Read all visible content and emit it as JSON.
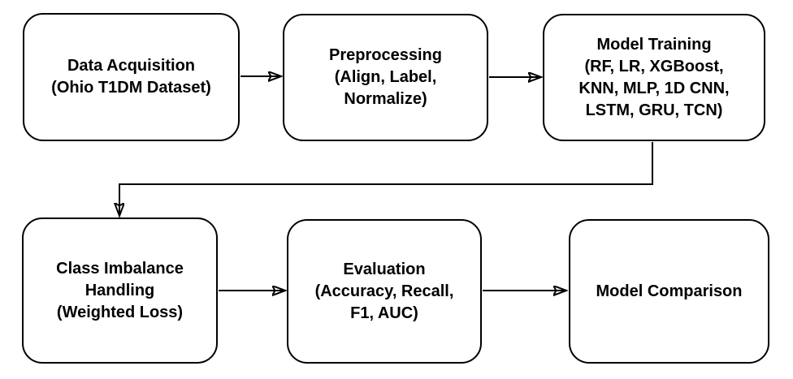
{
  "diagram": {
    "title": "Model development pipeline flowchart",
    "background_color": "#ffffff",
    "stroke_color": "#000000",
    "text_color": "#000000",
    "nodes": [
      {
        "id": "data-acquisition",
        "lines": [
          "Data Acquisition",
          "(Ohio T1DM Dataset)"
        ]
      },
      {
        "id": "preprocessing",
        "lines": [
          "Preprocessing",
          "(Align, Label,",
          "Normalize)"
        ]
      },
      {
        "id": "model-training",
        "lines": [
          "Model Training",
          "(RF, LR, XGBoost,",
          "KNN, MLP, 1D CNN,",
          "LSTM, GRU, TCN)"
        ]
      },
      {
        "id": "class-imbalance-handling",
        "lines": [
          "Class Imbalance",
          "Handling",
          "(Weighted Loss)"
        ]
      },
      {
        "id": "evaluation",
        "lines": [
          "Evaluation",
          "(Accuracy, Recall,",
          "F1, AUC)"
        ]
      },
      {
        "id": "model-comparison",
        "lines": [
          "Model Comparison"
        ]
      }
    ],
    "edges": [
      {
        "from": "data-acquisition",
        "to": "preprocessing",
        "shape": "straight"
      },
      {
        "from": "preprocessing",
        "to": "model-training",
        "shape": "straight"
      },
      {
        "from": "model-training",
        "to": "class-imbalance-handling",
        "shape": "elbow-down-left-down"
      },
      {
        "from": "class-imbalance-handling",
        "to": "evaluation",
        "shape": "straight"
      },
      {
        "from": "evaluation",
        "to": "model-comparison",
        "shape": "straight"
      }
    ]
  }
}
